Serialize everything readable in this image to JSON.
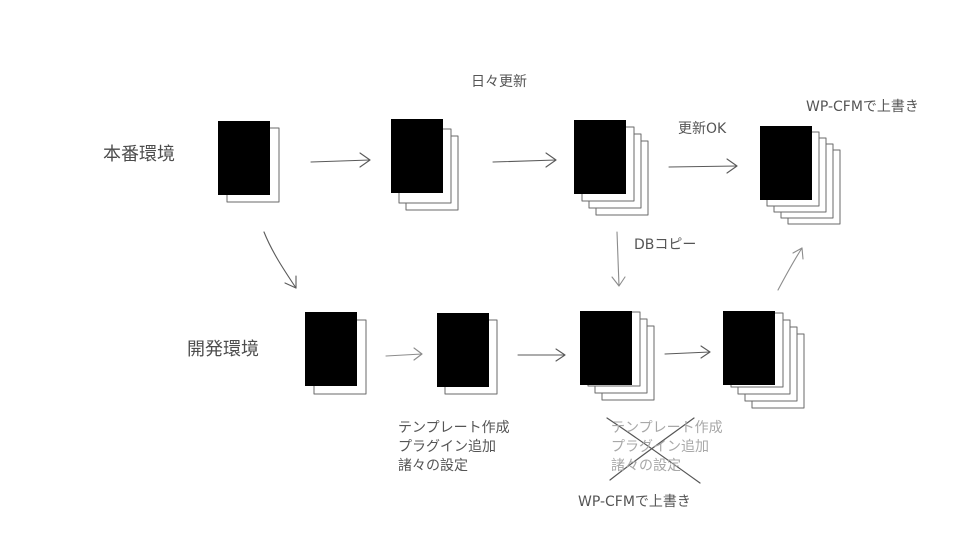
{
  "rows": {
    "production": "本番環境",
    "development": "開発環境"
  },
  "annotations": {
    "daily_update": "日々更新",
    "update_ok": "更新OK",
    "overwrite_top": "WP-CFMで上書き",
    "db_copy": "DBコピー",
    "overwrite_bottom": "WP-CFMで上書き"
  },
  "dev_tasks": [
    "テンプレート作成",
    "プラグイン追加",
    "諸々の設定"
  ],
  "dev_tasks_struck": [
    "テンプレート作成",
    "プラグイン追加",
    "諸々の設定"
  ],
  "colors": {
    "ink": "#555555",
    "faded_ink": "#a8a8a8",
    "background": "#ffffff"
  },
  "icons": {
    "document_stack": "document-stack-icon",
    "arrow": "arrow-icon",
    "cross": "cross-out-icon"
  }
}
